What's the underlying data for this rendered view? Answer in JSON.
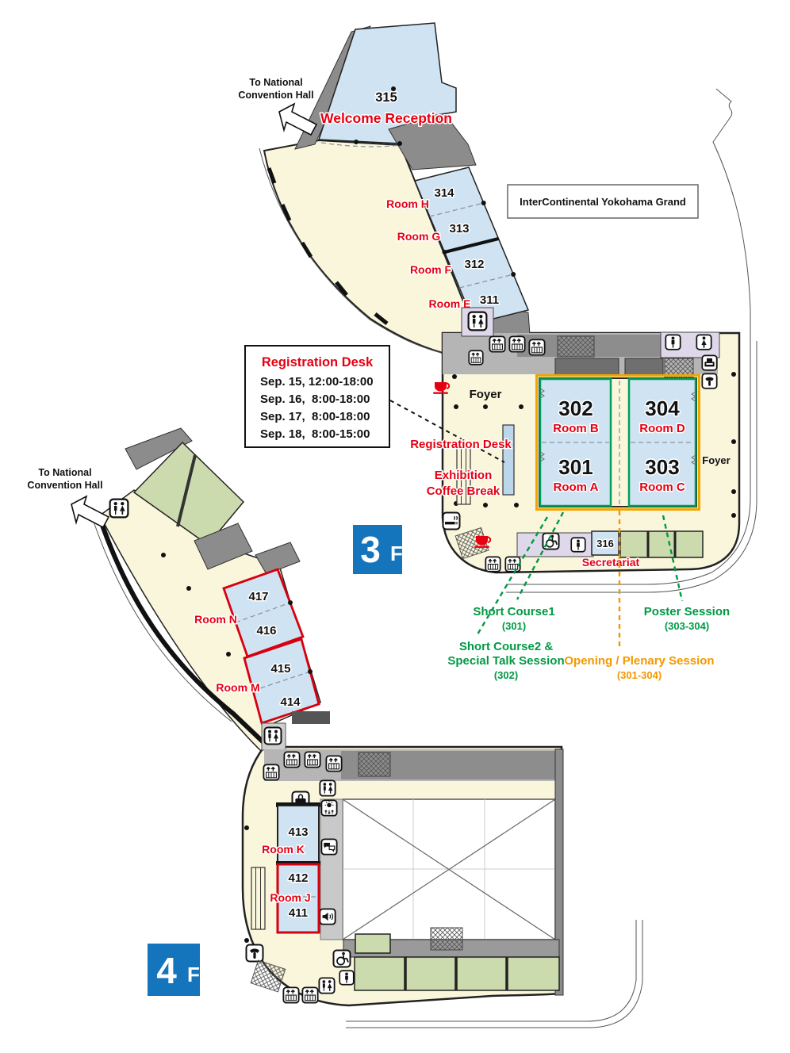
{
  "floor3": {
    "floor_badge": {
      "number": "3",
      "suffix": "F"
    },
    "nav": {
      "line1": "To National",
      "line2": "Convention Hall"
    },
    "hotel_label": "InterContinental Yokohama Grand",
    "welcome_room": {
      "number": "315",
      "label": "Welcome Reception"
    },
    "wing_rooms": [
      {
        "number": "314",
        "name": "Room H"
      },
      {
        "number": "313",
        "name": "Room G"
      },
      {
        "number": "312",
        "name": "Room F"
      },
      {
        "number": "311",
        "name": "Room E"
      }
    ],
    "foyer_top": "Foyer",
    "foyer_right": "Foyer",
    "registration_box": {
      "title": "Registration Desk",
      "schedule": [
        "Sep. 15, 12:00-18:00",
        "Sep. 16,  8:00-18:00",
        "Sep. 17,  8:00-18:00",
        "Sep. 18,  8:00-15:00"
      ]
    },
    "registration_desk_label": "Registration Desk",
    "exhibition": {
      "line1": "Exhibition",
      "line2": "Coffee Break"
    },
    "main_rooms": [
      {
        "number": "302",
        "name": "Room B"
      },
      {
        "number": "304",
        "name": "Room D"
      },
      {
        "number": "301",
        "name": "Room A"
      },
      {
        "number": "303",
        "name": "Room C"
      }
    ],
    "secretariat": {
      "room_number": "316",
      "label": "Secretariat"
    },
    "sessions": {
      "short_course1": {
        "title": "Short Course1",
        "rooms": "(301)"
      },
      "short_course2": {
        "title_line1": "Short Course2 &",
        "title_line2": "Special Talk Session",
        "rooms": "(302)"
      },
      "opening": {
        "title": "Opening / Plenary Session",
        "rooms": "(301-304)"
      },
      "poster": {
        "title": "Poster Session",
        "rooms": "(303-304)"
      }
    }
  },
  "floor4": {
    "floor_badge": {
      "number": "4",
      "suffix": "F"
    },
    "nav": {
      "line1": "To National",
      "line2": "Convention Hall"
    },
    "room_n": {
      "label": "Room N",
      "upper": "417",
      "lower": "416"
    },
    "room_m": {
      "label": "Room M",
      "upper": "415",
      "lower": "414"
    },
    "room_k": {
      "label": "Room K",
      "number": "413"
    },
    "room_j": {
      "label": "Room J",
      "upper": "412",
      "lower": "411"
    }
  },
  "icons": {
    "restroom": "restroom-icon",
    "elevator": "elevator-icon",
    "wheelchair": "wheelchair-access-icon",
    "phone": "phone-icon",
    "fax": "fax-icon",
    "smoking": "smoking-room-icon",
    "coffee": "coffee-icon",
    "cloakroom": "cloakroom-icon",
    "lighting": "lighting-control-icon",
    "interpreter": "interpreter-booth-icon",
    "sound": "sound-control-icon"
  },
  "colors": {
    "accent_red": "#e60012",
    "session_green": "#009944",
    "session_orange": "#f39800",
    "floor_badge_blue": "#1474bc",
    "room_blue": "#cfe3f2",
    "room_green": "#ccdbae",
    "corridor_cream": "#faf6dc"
  }
}
